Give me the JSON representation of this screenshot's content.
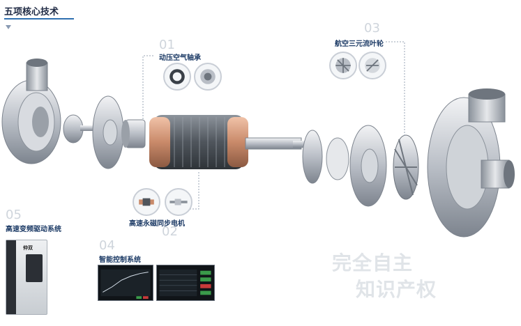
{
  "title": "五项核心技术",
  "items": [
    {
      "num": "01",
      "label": "动压空气轴承"
    },
    {
      "num": "02",
      "label": "高速永磁同步电机"
    },
    {
      "num": "03",
      "label": "航空三元流叶轮"
    },
    {
      "num": "04",
      "label": "智能控制系统"
    },
    {
      "num": "05",
      "label": "高速变频驱动系统"
    }
  ],
  "vfd_logo": "仲双",
  "watermark": [
    "完全自主",
    "知识产权"
  ],
  "colors": {
    "accent": "#2f6fb0",
    "label": "#1d3b66",
    "number": "#cfd5dc",
    "copper": "#c98a6a"
  }
}
